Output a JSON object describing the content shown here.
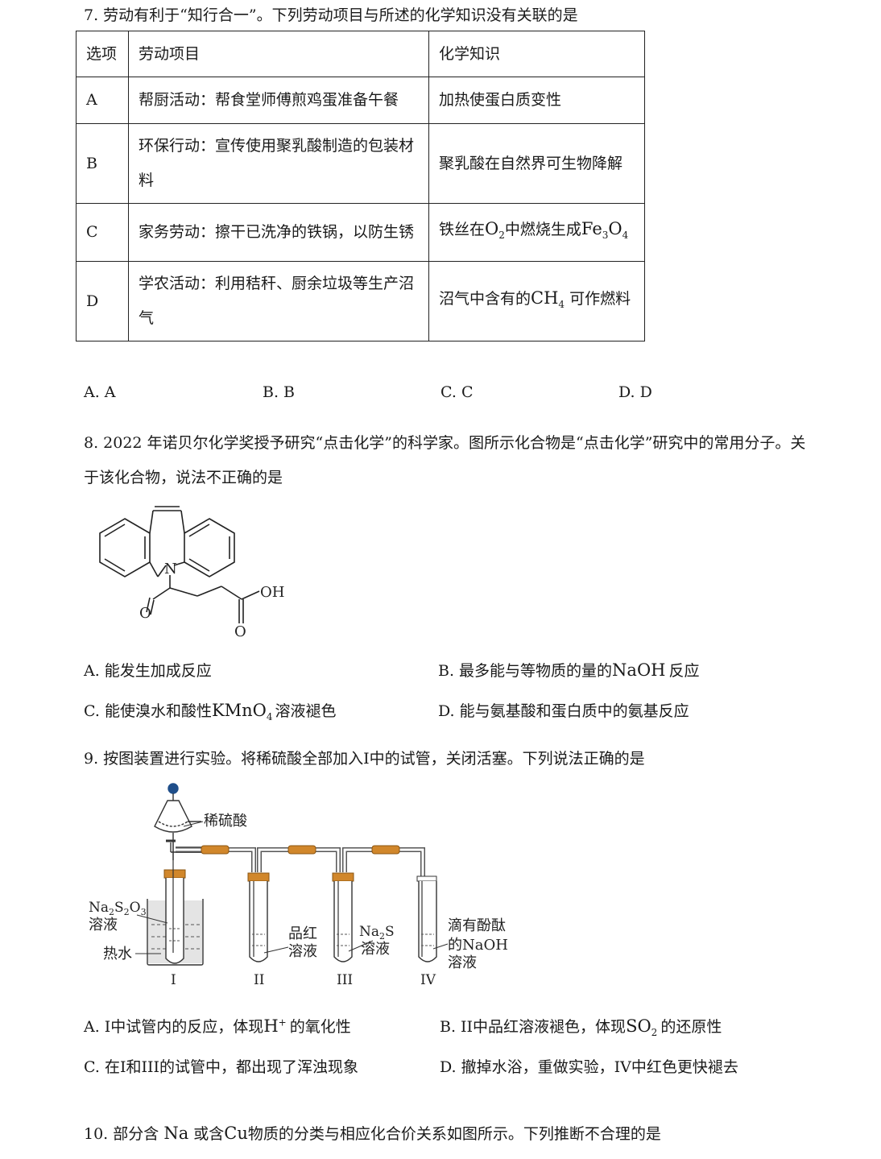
{
  "q7": {
    "stem": "7. 劳动有利于“知行合一”。下列劳动项目与所述的化学知识没有关联的是",
    "headers": [
      "选项",
      "劳动项目",
      "化学知识"
    ],
    "rows": [
      {
        "opt": "A",
        "project": "帮厨活动：帮食堂师傅煎鸡蛋准备午餐",
        "knowledge": "加热使蛋白质变性"
      },
      {
        "opt": "B",
        "project_l1": "环保行动：宣传使用聚乳酸制造的包装材",
        "project_l2": "料",
        "knowledge": "聚乳酸在自然界可生物降解"
      },
      {
        "opt": "C",
        "project": "家务劳动：擦干已洗净的铁锅，以防生锈",
        "knowledge_pre": "铁丝在",
        "o2": "O",
        "o2_sub": "2",
        "knowledge_mid": "中燃烧生成",
        "fe": "Fe",
        "fe_sub": "3",
        "fe_o": "O",
        "fe_o_sub": "4"
      },
      {
        "opt": "D",
        "project_l1": "学农活动：利用秸秆、厨余垃圾等生产沼",
        "project_l2": "气",
        "knowledge_pre": "沼气中含有的",
        "ch": "CH",
        "ch_sub": "4",
        "knowledge_post": "可作燃料"
      }
    ],
    "options": [
      "A. A",
      "B. B",
      "C. C",
      "D. D"
    ]
  },
  "q8": {
    "stem_l1": "8. 2022 年诺贝尔化学奖授予研究“点击化学”的科学家。图所示化合物是“点击化学”研究中的常用分子。关",
    "stem_l2": "于该化合物，说法不正确的是",
    "atoms": {
      "n": "N",
      "oh": "OH",
      "o1": "O",
      "o2": "O"
    },
    "opt_a": "A.  能发生加成反应",
    "opt_b_pre": "B.  最多能与等物质的量的",
    "opt_b_naoh": "NaOH",
    "opt_b_post": "反应",
    "opt_c_pre": "C.  能使溴水和酸性",
    "opt_c_kmno": "KMnO",
    "opt_c_sub": "4",
    "opt_c_post": "溶液褪色",
    "opt_d": "D.  能与氨基酸和蛋白质中的氨基反应"
  },
  "q9": {
    "stem": "9.  按图装置进行实验。将稀硫酸全部加入Ⅰ中的试管，关闭活塞。下列说法正确的是",
    "labels": {
      "acid": "稀硫酸",
      "na2s2o3_a": "Na",
      "na2s2o3_b": "2",
      "na2s2o3_c": "S",
      "na2s2o3_d": "2",
      "na2s2o3_e": "O",
      "na2s2o3_f": "3",
      "solution": "溶液",
      "hot_water": "热水",
      "pinhong": "品红",
      "pinhong_sol": "溶液",
      "na2s_a": "Na",
      "na2s_b": "2",
      "na2s_c": "S",
      "na2s_sol": "溶液",
      "phenol_l1": "滴有酚酞",
      "phenol_l2": "的NaOH",
      "phenol_l3": "溶液",
      "t1": "I",
      "t2": "II",
      "t3": "III",
      "t4": "IV"
    },
    "opt_a_pre": "A. I中试管内的反应，体现",
    "opt_a_h": "H",
    "opt_a_sup": "+",
    "opt_a_post": "的氧化性",
    "opt_b_pre": "B. II中品红溶液褪色，体现",
    "opt_b_so": "SO",
    "opt_b_sub": "2",
    "opt_b_post": "的还原性",
    "opt_c": "C.  在I和III的试管中，都出现了浑浊现象",
    "opt_d": "D.  撤掉水浴，重做实验，IV中红色更快褪去"
  },
  "q10": {
    "stem_pre": "10.  部分含",
    "na": "Na",
    "stem_mid": "或含",
    "cu": "Cu",
    "stem_post": "物质的分类与相应化合价关系如图所示。下列推断不合理的是"
  }
}
